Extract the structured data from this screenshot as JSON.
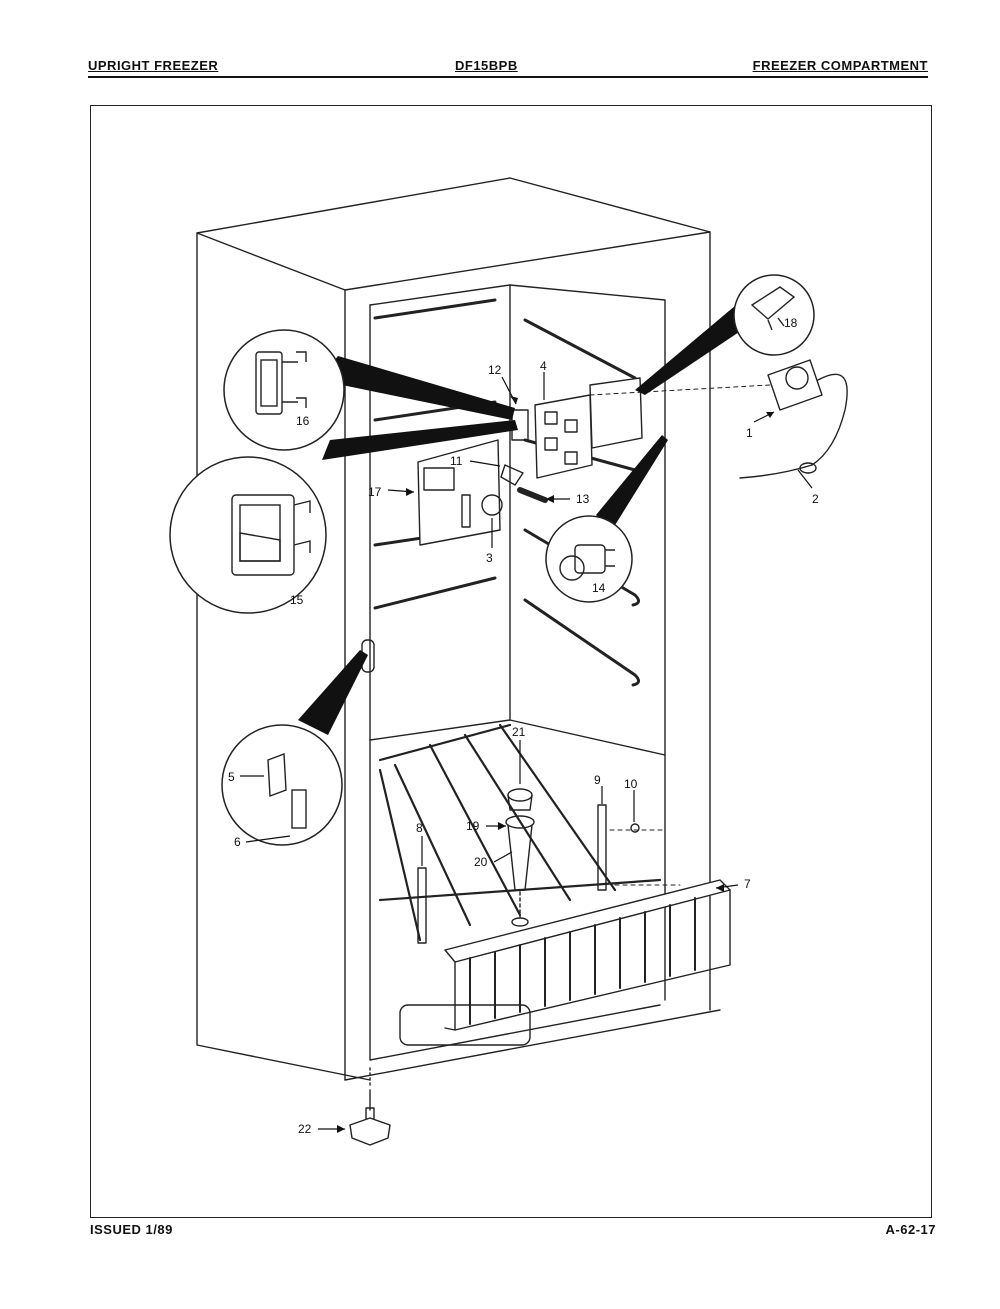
{
  "header": {
    "left": "UPRIGHT FREEZER",
    "center": "DF15BPB",
    "right": "FREEZER COMPARTMENT"
  },
  "footer": {
    "left": "ISSUED 1/89",
    "right": "A-62-17"
  },
  "callouts": [
    "1",
    "2",
    "3",
    "4",
    "5",
    "6",
    "7",
    "8",
    "9",
    "10",
    "11",
    "12",
    "13",
    "14",
    "15",
    "16",
    "17",
    "18",
    "19",
    "20",
    "21",
    "22"
  ]
}
